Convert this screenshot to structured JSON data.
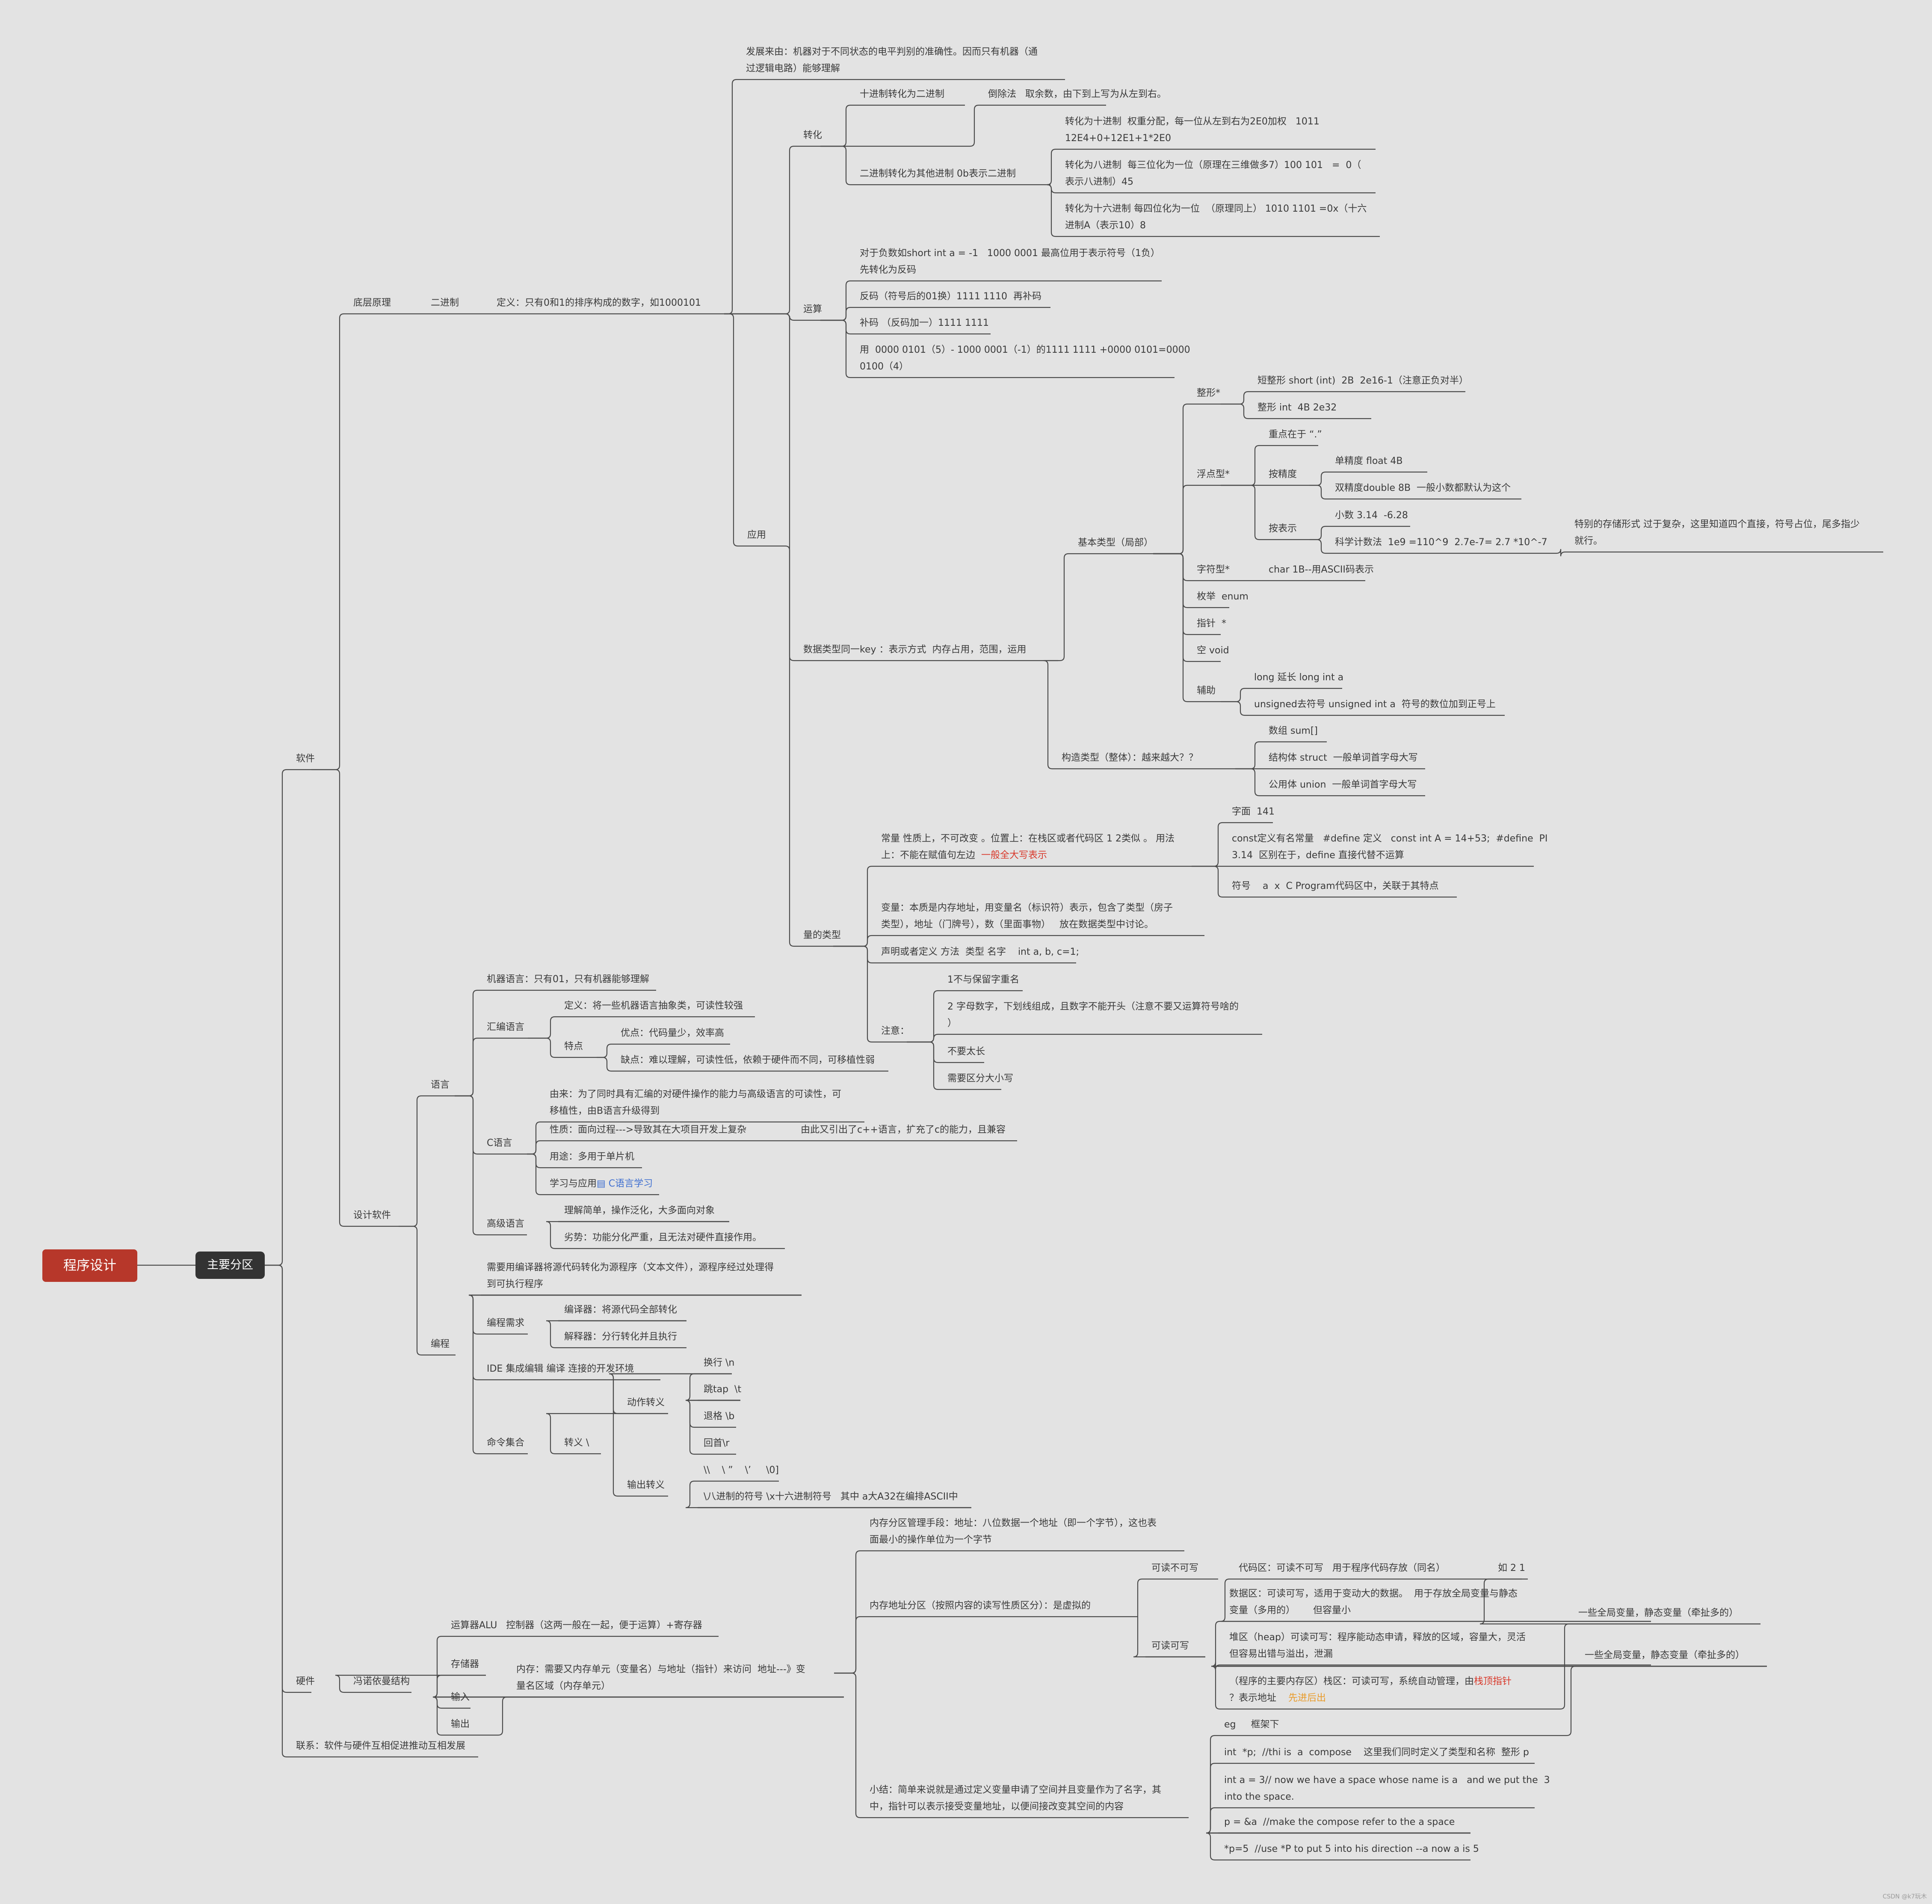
{
  "diagram": {
    "root": "程序设计",
    "main": "主要分区",
    "watermark": "CSDN @k7玩木",
    "nodes": [
      {
        "t": "软件"
      },
      {
        "t": "底层原理"
      },
      {
        "t": "二进制"
      },
      {
        "t": "定义：只有0和1的排序构成的数字，如1000101"
      },
      {
        "t": "发展来由：机器对于不同状态的电平判别的准确性。因而只有机器（通\n过逻辑电路）能够理解"
      },
      {
        "t": "转化"
      },
      {
        "t": "十进制转化为二进制"
      },
      {
        "t": "倒除法   取余数，由下到上写为从左到右。"
      },
      {
        "t": "二进制转化为其他进制 0b表示二进制"
      },
      {
        "t": "转化为十进制  权重分配，每一位从左到右为2E0加权   1011\n12E4+0+12E1+1*2E0"
      },
      {
        "t": "转化为八进制  每三位化为一位（原理在三维做多7）100 101   =  0（\n表示八进制）45"
      },
      {
        "t": "转化为十六进制 每四位化为一位  （原理同上） 1010 1101 =0x（十六\n进制A（表示10）8"
      },
      {
        "t": "运算"
      },
      {
        "t": "对于负数如short int a = -1   1000 0001 最高位用于表示符号（1负）\n先转化为反码"
      },
      {
        "t": "反码（符号后的01换）1111 1110  再补码"
      },
      {
        "t": "补码 （反码加一）1111 1111"
      },
      {
        "t": "用  0000 0101（5）- 1000 0001（-1）的1111 1111 +0000 0101=0000\n0100（4）"
      },
      {
        "t": "应用"
      },
      {
        "t": "数据类型同一key ：表示方式  内存占用，范围，运用"
      },
      {
        "t": "基本类型（局部）"
      },
      {
        "t": "整形*"
      },
      {
        "t": "短整形 short (int)  2B  2e16-1（注意正负对半）"
      },
      {
        "t": "整形 int  4B 2e32"
      },
      {
        "t": "浮点型*"
      },
      {
        "t": "重点在于 “.”"
      },
      {
        "t": "按精度"
      },
      {
        "t": "单精度 float 4B"
      },
      {
        "t": "双精度double 8B  一般小数都默认为这个"
      },
      {
        "t": "按表示"
      },
      {
        "t": "小数 3.14  -6.28"
      },
      {
        "t": "科学计数法  1e9 =110^9  2.7e-7= 2.7 *10^-7"
      },
      {
        "t": "特别的存储形式 过于复杂，这里知道四个直接，符号占位，尾多指少\n就行。"
      },
      {
        "t": "字符型*"
      },
      {
        "t": "char 1B--用ASCII码表示"
      },
      {
        "t": "枚举  enum"
      },
      {
        "t": "指针  *"
      },
      {
        "t": "空 void"
      },
      {
        "t": "辅助"
      },
      {
        "t": "long 延长 long int a"
      },
      {
        "t": "unsigned去符号 unsigned int a  符号的数位加到正号上"
      },
      {
        "t": "构造类型（整体）：越来越大？？"
      },
      {
        "t": "数组 sum[]"
      },
      {
        "t": "结构体 struct  一般单词首字母大写"
      },
      {
        "t": "公用体 union  一般单词首字母大写"
      },
      {
        "t": "量的类型"
      },
      {
        "t": "常量 性质上，不可改变 。位置上：在栈区或者代码区 1 2类似 。 用法\n上：不能在赋值句左边  ",
        "red": "一般全大写表示"
      },
      {
        "t": "字面  141"
      },
      {
        "t": "const定义有名常量   #define 定义   const int A = 14+53;  #define  PI\n3.14  区别在于，define 直接代替不运算"
      },
      {
        "t": "符号    a  x  C Program代码区中，关联于其特点"
      },
      {
        "t": "变量：本质是内存地址，用变量名（标识符）表示，包含了类型（房子\n类型），地址（门牌号），数（里面事物）   放在数据类型中讨论。"
      },
      {
        "t": "声明或者定义 方法  类型 名字    int a, b, c=1;"
      },
      {
        "t": "注意："
      },
      {
        "t": "1不与保留字重名"
      },
      {
        "t": "2 字母数字，下划线组成，且数字不能开头（注意不要又运算符号啥的\n）"
      },
      {
        "t": "不要太长"
      },
      {
        "t": "需要区分大小写"
      },
      {
        "t": "设计软件"
      },
      {
        "t": "语言"
      },
      {
        "t": "机器语言：只有01，只有机器能够理解"
      },
      {
        "t": "汇编语言"
      },
      {
        "t": "定义：将一些机器语言抽象类，可读性较强"
      },
      {
        "t": "特点"
      },
      {
        "t": "优点：代码量少，效率高"
      },
      {
        "t": "缺点：难以理解，可读性低，依赖于硬件而不同，可移植性弱"
      },
      {
        "t": "C语言"
      },
      {
        "t": "由来：为了同时具有汇编的对硬件操作的能力与高级语言的可读性，可\n移植性，由B语言升级得到"
      },
      {
        "t": "性质：面向过程--->导致其在大项目开发上复杂"
      },
      {
        "t": "由此又引出了c++语言，扩充了c的能力，且兼容"
      },
      {
        "t": "用途：多用于单片机"
      },
      {
        "t": "学习与应用",
        "link": "▤ C语言学习"
      },
      {
        "t": "高级语言"
      },
      {
        "t": "理解简单，操作泛化，大多面向对象"
      },
      {
        "t": "劣势：功能分化严重，且无法对硬件直接作用。"
      },
      {
        "t": "编程"
      },
      {
        "t": "需要用编译器将源代码转化为源程序（文本文件），源程序经过处理得\n到可执行程序"
      },
      {
        "t": "编程需求"
      },
      {
        "t": "编译器：将源代码全部转化"
      },
      {
        "t": "解释器：分行转化并且执行"
      },
      {
        "t": "IDE 集成编辑 编译 连接的开发环境"
      },
      {
        "t": "命令集合"
      },
      {
        "t": "转义 \\"
      },
      {
        "t": "动作转义"
      },
      {
        "t": "换行 \\n"
      },
      {
        "t": "跳tap  \\t"
      },
      {
        "t": "退格 \\b"
      },
      {
        "t": "回首\\r"
      },
      {
        "t": "输出转义"
      },
      {
        "t": "\\\\    \\ ”    \\’     \\0]"
      },
      {
        "t": "\\八进制的符号 \\x十六进制符号   其中 a大A32在编排ASCII中"
      },
      {
        "t": "硬件"
      },
      {
        "t": "冯诺依曼结构"
      },
      {
        "t": "运算器ALU   控制器（这两一般在一起，便于运算）+寄存器"
      },
      {
        "t": "存储器"
      },
      {
        "t": "内存：需要又内存单元（变量名）与地址（指针）来访问  地址---》变\n量名区域（内存单元）"
      },
      {
        "t": "输入"
      },
      {
        "t": "输出"
      },
      {
        "t": "内存分区管理手段：地址：八位数据一个地址（即一个字节），这也表\n面最小的操作单位为一个字节"
      },
      {
        "t": "内存地址分区（按照内容的读写性质区分）：是虚拟的"
      },
      {
        "t": "可读不可写"
      },
      {
        "t": "代码区：可读不可写   用于程序代码存放（同名）"
      },
      {
        "t": "如 2 1"
      },
      {
        "t": "可读可写"
      },
      {
        "t": "数据区：可读可写，适用于变动大的数据。  用于存放全局变量与静态\n变量（多用的）      但容量小"
      },
      {
        "t": "一些全局变量，静态变量（牵扯多的）"
      },
      {
        "t": "堆区（heap）可读可写：程序能动态申请，释放的区域，容量大，灵活\n但容易出错与溢出，泄漏"
      },
      {
        "t": "一些全局变量，静态变量（牵扯多的）"
      },
      {
        "t": "（程序的主要内存区）栈区：可读可写，系统自动管理，由",
        "red": "栈顶指针",
        "t2": "\n？表示地址    ",
        "orange": "先进后出"
      },
      {
        "t": "小结：简单来说就是通过定义变量申请了空间并且变量作为了名字，其\n中，指针可以表示接受变量地址，以便间接改变其空间的内容"
      },
      {
        "t": "eg     框架下"
      },
      {
        "t": "int  *p;  //thi is  a  compose    这里我们同时定义了类型和名称  整形 p"
      },
      {
        "t": "int a = 3// now we have a space whose name is a   and we put the  3\ninto the space."
      },
      {
        "t": "p = &a  //make the compose refer to the a space"
      },
      {
        "t": "*p=5  //use *P to put 5 into his direction --a now a is 5"
      },
      {
        "t": "联系：软件与硬件互相促进推动互相发展"
      }
    ]
  }
}
